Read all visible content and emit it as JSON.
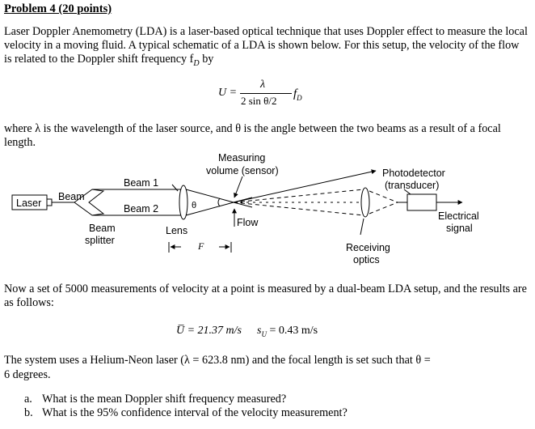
{
  "title": "Problem 4 (20 points)",
  "intro": "Laser Doppler Anemometry (LDA) is a laser-based optical technique that uses Doppler effect to measure the local velocity in a moving fluid. A typical schematic of a LDA is shown below. For this setup, the velocity of the flow is related to the Doppler shift frequency f",
  "intro_sub": "D",
  "intro_end": " by",
  "equation": {
    "lhs": "U =",
    "numerator": "λ",
    "denominator": "2 sin θ/2",
    "factor": "f",
    "factor_sub": "D"
  },
  "where_text": "where λ is the wavelength of the laser source, and θ is the angle between the two beams as a result of a focal length.",
  "diagram": {
    "laser": "Laser",
    "beam": "Beam",
    "beam1": "Beam 1",
    "beam2": "Beam 2",
    "theta": "θ",
    "splitter1": "Beam",
    "splitter2": "splitter",
    "lens": "Lens",
    "focal": "F",
    "measuring1": "Measuring",
    "measuring2": "volume (sensor)",
    "flow": "Flow",
    "photo1": "Photodetector",
    "photo2": "(transducer)",
    "elec1": "Electrical",
    "elec2": "signal",
    "recv1": "Receiving",
    "recv2": "optics"
  },
  "measure_text": "Now a set of 5000 measurements of velocity at a point is measured by a dual-beam LDA setup, and the results are as follows:",
  "results": {
    "ubar": "U̅ = 21.37 m/s",
    "su_label": "s",
    "su_sub": "U",
    "su_value": " = 0.43 m/s"
  },
  "laser_text_1": "The system uses a Helium-Neon laser (λ = 623.8 nm) and the focal length is set such that θ =",
  "laser_text_2": "6 degrees.",
  "questions": [
    {
      "marker": "a.",
      "text": "What is the mean Doppler shift frequency measured?"
    },
    {
      "marker": "b.",
      "text": "What is the 95% confidence interval of the velocity measurement?"
    }
  ]
}
